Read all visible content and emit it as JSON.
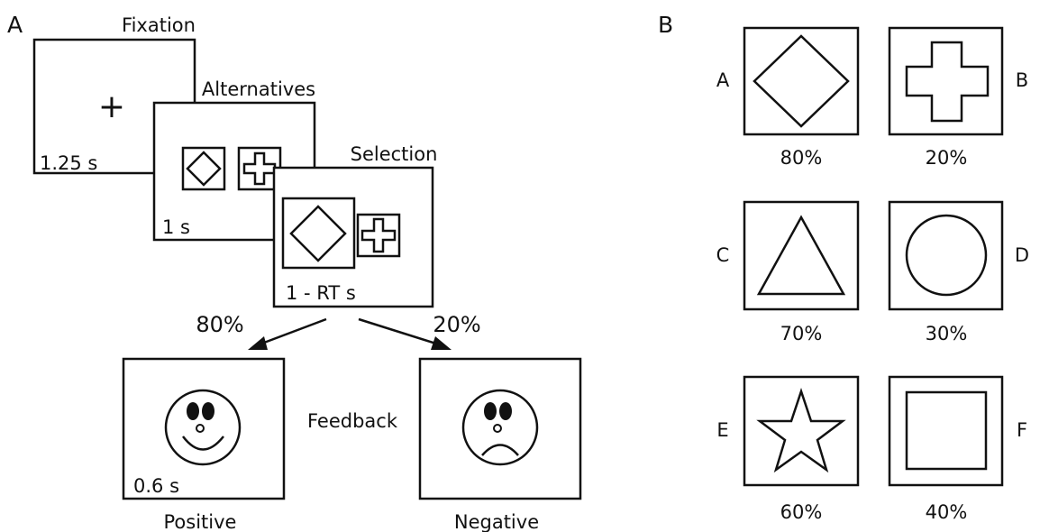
{
  "panel_a": {
    "label": "A",
    "fixation": {
      "title": "Fixation",
      "symbol": "+",
      "duration": "1.25 s"
    },
    "alternatives": {
      "title": "Alternatives",
      "duration": "1 s"
    },
    "selection": {
      "title": "Selection",
      "duration": "1 - RT s"
    },
    "branch_left_prob": "80%",
    "branch_right_prob": "20%",
    "feedback": {
      "label": "Feedback",
      "positive": {
        "caption": "Positive",
        "duration": "0.6 s"
      },
      "negative": {
        "caption": "Negative"
      }
    }
  },
  "panel_b": {
    "label": "B",
    "stimuli": [
      {
        "letter": "A",
        "shape": "diamond",
        "prob": "80%"
      },
      {
        "letter": "B",
        "shape": "cross",
        "prob": "20%"
      },
      {
        "letter": "C",
        "shape": "triangle",
        "prob": "70%"
      },
      {
        "letter": "D",
        "shape": "circle",
        "prob": "30%"
      },
      {
        "letter": "E",
        "shape": "star",
        "prob": "60%"
      },
      {
        "letter": "F",
        "shape": "square",
        "prob": "40%"
      }
    ]
  }
}
